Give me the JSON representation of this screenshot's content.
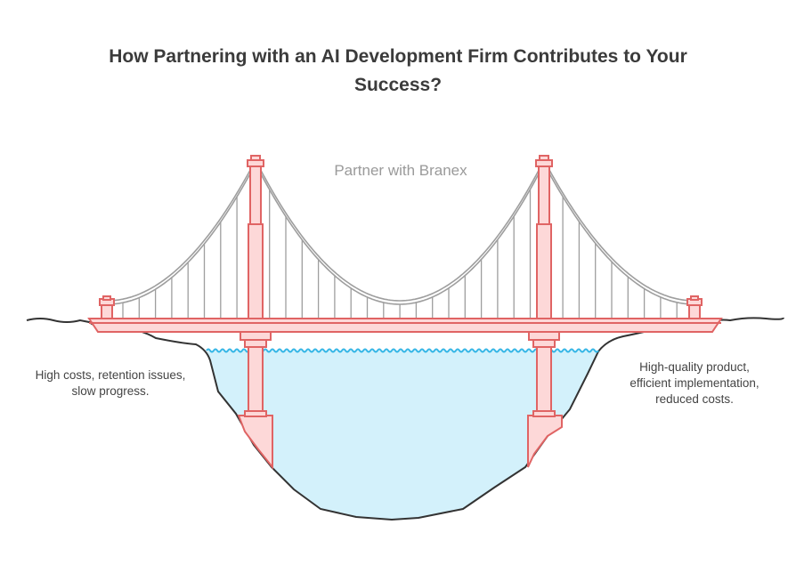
{
  "title_line1": "How Partnering with an AI Development Firm Contributes to Your",
  "title_line2": "Success?",
  "bridge_label": "Partner with Branex",
  "left_label": {
    "line1": "High costs, retention issues,",
    "line2": "slow progress."
  },
  "right_label": {
    "line1": "High-quality product,",
    "line2": "efficient implementation,",
    "line3": "reduced costs."
  },
  "colors": {
    "bridge_fill": "#fdd8d8",
    "bridge_stroke": "#e06464",
    "water": "#d3f1fb",
    "wave": "#35b6e6",
    "cable": "#9e9e9e",
    "ground": "#333"
  }
}
